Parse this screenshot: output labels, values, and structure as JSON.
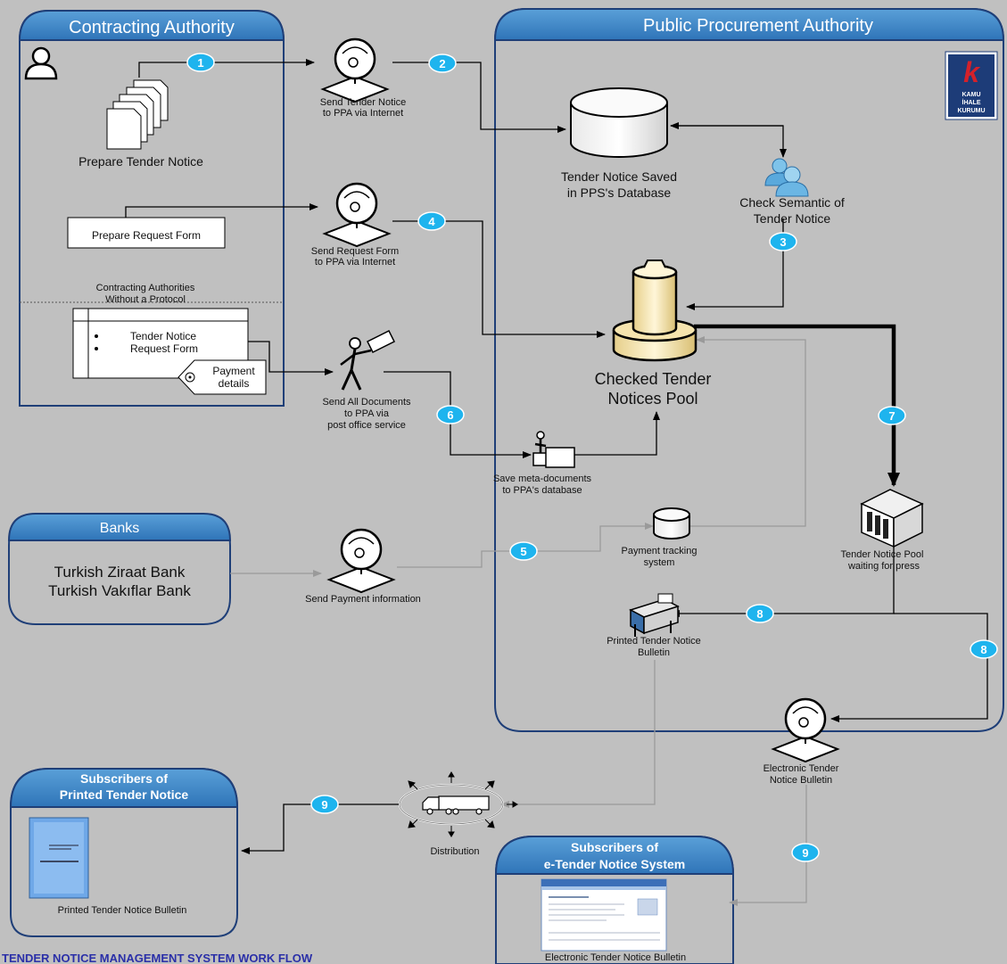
{
  "footer_title": "TENDER NOTICE MANAGEMENT SYSTEM WORK FLOW",
  "logo": {
    "letter": "k",
    "lines": [
      "KAMU",
      "İHALE",
      "KURUMU"
    ]
  },
  "lanes": {
    "contracting": "Contracting Authority",
    "ppa": "Public Procurement Authority",
    "banks": "Banks",
    "subs_printed": [
      "Subscribers of",
      "Printed Tender Notice"
    ],
    "subs_e": [
      "Subscribers of",
      "e-Tender Notice System"
    ]
  },
  "labels": {
    "prepare_notice": "Prepare Tender Notice",
    "prepare_request": "Prepare Request Form",
    "without_protocol": [
      "Contracting Authorities",
      "Without a Protocol"
    ],
    "doc_item1": "Tender  Notice",
    "doc_item2": "Request Form",
    "payment_tag": [
      "Payment",
      "details"
    ],
    "send_notice": [
      "Send Tender Notice",
      "to PPA via Internet"
    ],
    "send_request": [
      "Send Request Form",
      "to PPA via Internet"
    ],
    "send_docs": [
      "Send All Documents",
      "to PPA via",
      "post office service"
    ],
    "save_meta": [
      "Save meta-documents",
      "to PPA's database"
    ],
    "db_saved": [
      "Tender Notice Saved",
      "in PPS's Database"
    ],
    "check_semantic": [
      "Check Semantic of",
      "Tender Notice"
    ],
    "pool": [
      "Checked Tender",
      "Notices Pool"
    ],
    "payment_tracking": [
      "Payment tracking",
      "system"
    ],
    "pool_press": [
      "Tender Notice Pool",
      "waiting for press"
    ],
    "printed_bulletin": [
      "Printed Tender Notice",
      "Bulletin"
    ],
    "electronic_bulletin": [
      "Electronic Tender",
      "Notice Bulletin"
    ],
    "send_payment": "Send Payment information",
    "banks_list": [
      "Turkish Ziraat Bank",
      "Turkish Vakıflar Bank"
    ],
    "distribution": "Distribution",
    "printed_caption": "Printed Tender Notice Bulletin",
    "e_caption": "Electronic Tender Notice Bulletin"
  },
  "steps": [
    "1",
    "2",
    "3",
    "4",
    "5",
    "6",
    "7",
    "8",
    "8",
    "9",
    "9"
  ],
  "colors": {
    "lane_blue": "#3a86c8",
    "badge": "#1eb4ee",
    "page_bg": "#c0c0c0",
    "footer": "#2a2fa8"
  }
}
